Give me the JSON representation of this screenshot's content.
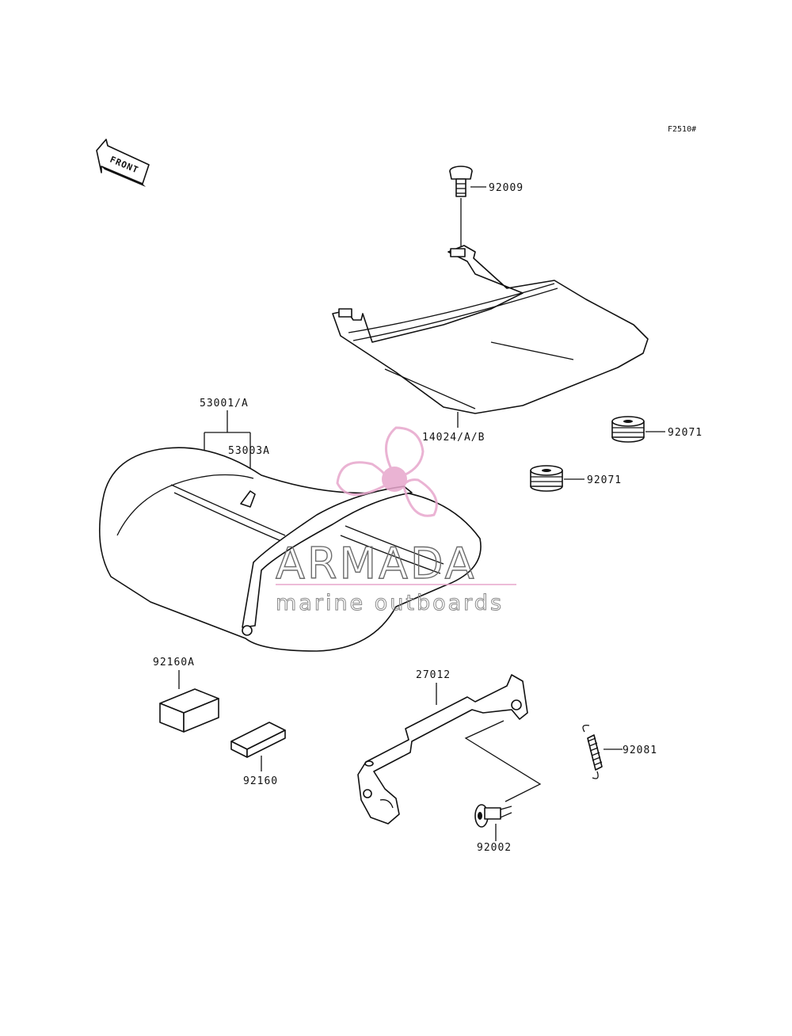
{
  "diagram_code": "F2510#",
  "front_label": "FRONT",
  "parts": {
    "cover_bolt": "92009",
    "seat_cover": "14024/A/B",
    "seat": "53001/A",
    "seat_tag": "53003A",
    "damper_upper": "92071",
    "damper_lower": "92071",
    "pad_large": "92160A",
    "pad_small": "92160",
    "hinge_bracket": "27012",
    "spring": "92081",
    "bracket_bolt": "92002"
  },
  "watermark": {
    "brand": "ARMADA",
    "tagline": "marine outboards",
    "accent_color": "#e7a6cc",
    "text_color": "#6d6d6d"
  }
}
